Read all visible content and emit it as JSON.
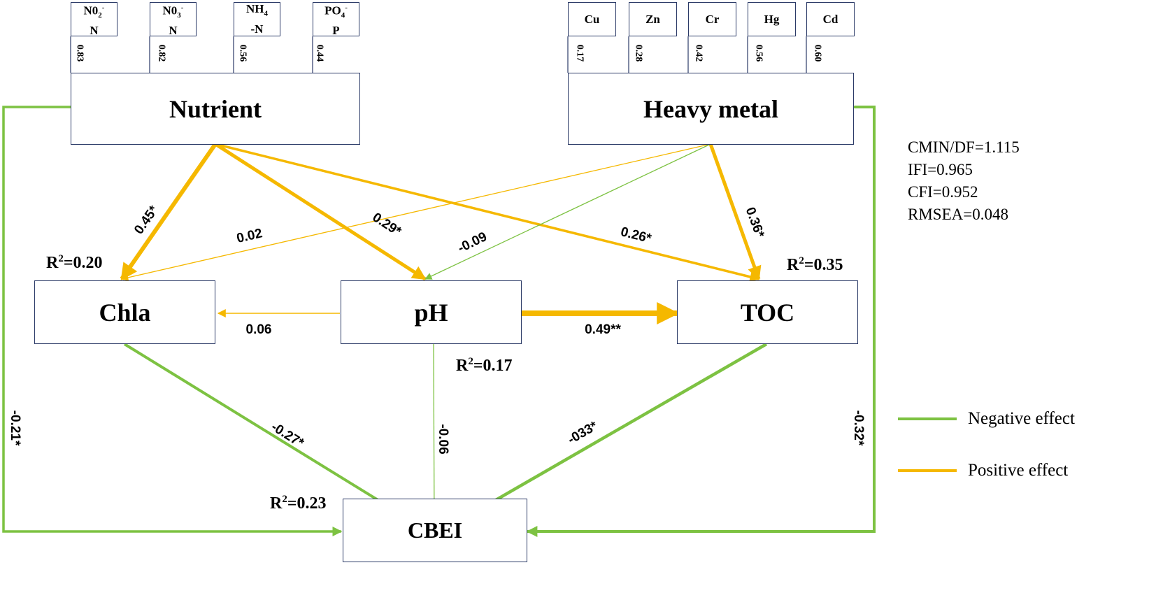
{
  "colors": {
    "positive": "#f5b800",
    "negative": "#7dc242",
    "box_border": "#2b3a67"
  },
  "latent": {
    "nutrient": "Nutrient",
    "heavy_metal": "Heavy metal"
  },
  "nodes": {
    "chla": "Chla",
    "ph": "pH",
    "toc": "TOC",
    "cbei": "CBEI"
  },
  "nutrient_indicators": [
    {
      "label_top": "N0",
      "label_sub": "2",
      "label_sup": "-",
      "label_bottom": "N",
      "loading": "0.83"
    },
    {
      "label_top": "N0",
      "label_sub": "3",
      "label_sup": "-",
      "label_bottom": "N",
      "loading": "0.82"
    },
    {
      "label_top": "NH",
      "label_sub": "4",
      "label_sup": "",
      "label_bottom": "-N",
      "loading": "0.56"
    },
    {
      "label_top": "PO",
      "label_sub": "4",
      "label_sup": "-",
      "label_bottom": "P",
      "loading": "0.44"
    }
  ],
  "metal_indicators": [
    {
      "label": "Cu",
      "loading": "0.17"
    },
    {
      "label": "Zn",
      "loading": "0.28"
    },
    {
      "label": "Cr",
      "loading": "0.42"
    },
    {
      "label": "Hg",
      "loading": "0.56"
    },
    {
      "label": "Cd",
      "loading": "0.60"
    }
  ],
  "r_squared": {
    "chla": {
      "prefix": "R",
      "sup": "2",
      "value": "=0.20"
    },
    "toc": {
      "prefix": "R",
      "sup": "2",
      "value": "=0.35"
    },
    "ph": {
      "prefix": "R",
      "sup": "2",
      "value": "=0.17"
    },
    "cbei": {
      "prefix": "R",
      "sup": "2",
      "value": "=0.23"
    }
  },
  "paths": {
    "nutrient_chla": "0.45*",
    "heavymetal_chla": "0.02",
    "nutrient_ph": "0.29*",
    "heavymetal_ph": "-0.09",
    "nutrient_toc": "0.26*",
    "heavymetal_toc": "0.36*",
    "ph_chla": "0.06",
    "ph_toc": "0.49**",
    "chla_cbei": "-0.27*",
    "ph_cbei": "-0.06",
    "toc_cbei": "-033*",
    "nutrient_cbei": "-0.21*",
    "heavymetal_cbei": "-0.32*"
  },
  "fit_indices": [
    "CMIN/DF=1.115",
    "IFI=0.965",
    "CFI=0.952",
    "RMSEA=0.048"
  ],
  "legend": {
    "negative": "Negative effect",
    "positive": "Positive effect"
  }
}
